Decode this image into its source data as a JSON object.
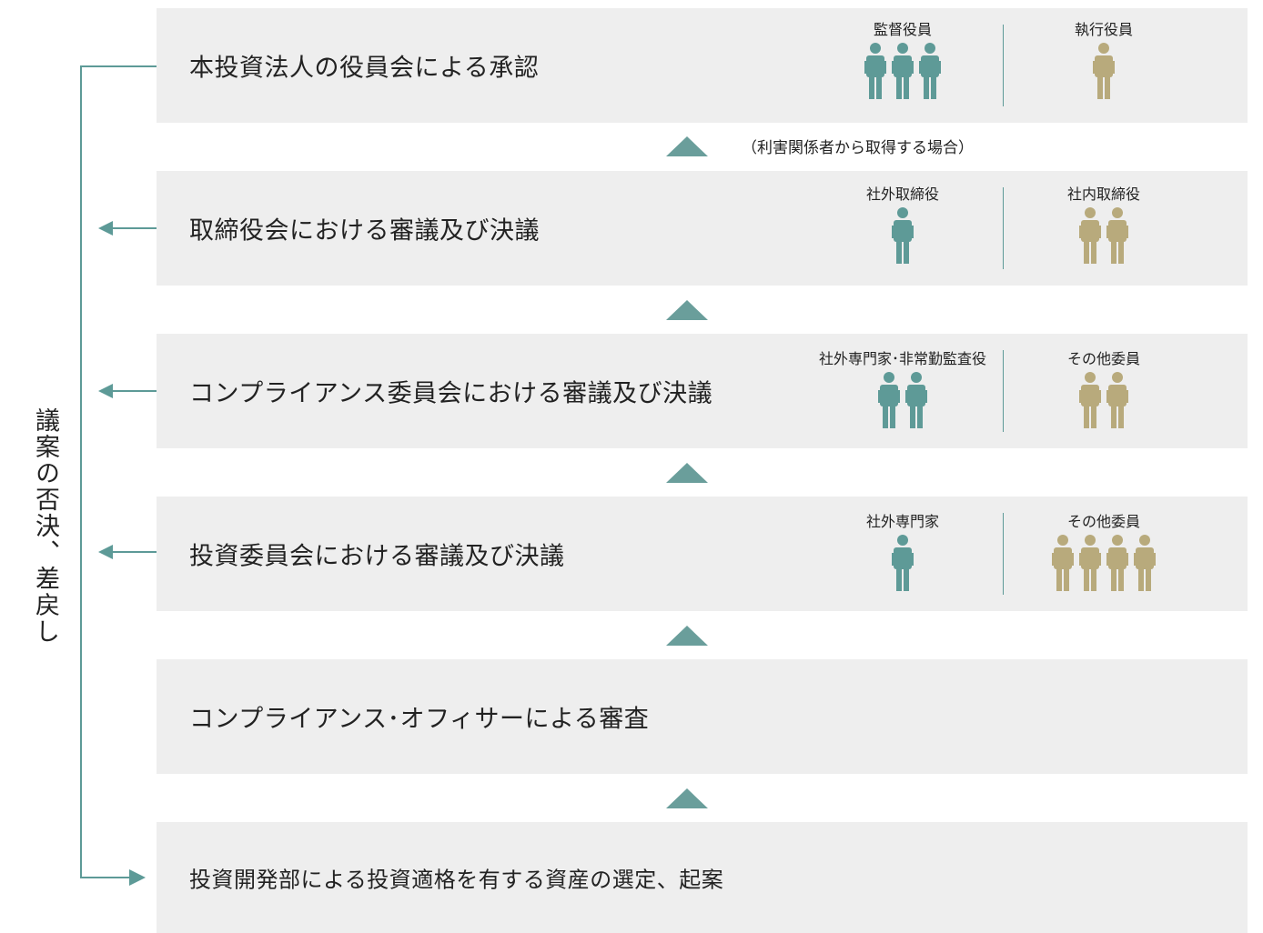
{
  "colors": {
    "external_member": "#5e9a97",
    "internal_member": "#b8aa7c",
    "box_bg": "#eeeeee",
    "line": "#5d9a97"
  },
  "side_label": "議案の否決、差戻し",
  "note_related_party": "（利害関係者から取得する場合）",
  "steps": [
    {
      "title": "本投資法人の役員会による承認",
      "left_group": {
        "label": "監督役員",
        "count": 3
      },
      "right_group": {
        "label": "執行役員",
        "count": 1
      }
    },
    {
      "title": "取締役会における審議及び決議",
      "left_group": {
        "label": "社外取締役",
        "count": 1
      },
      "right_group": {
        "label": "社内取締役",
        "count": 2
      }
    },
    {
      "title": "コンプライアンス委員会における審議及び決議",
      "left_group": {
        "label": "社外専門家･非常勤監査役",
        "count": 2
      },
      "right_group": {
        "label": "その他委員",
        "count": 2
      }
    },
    {
      "title": "投資委員会における審議及び決議",
      "left_group": {
        "label": "社外専門家",
        "count": 1
      },
      "right_group": {
        "label": "その他委員",
        "count": 4
      }
    },
    {
      "title": "コンプライアンス･オフィサーによる審査"
    },
    {
      "title": "投資開発部による投資適格を有する資産の選定、起案"
    }
  ]
}
